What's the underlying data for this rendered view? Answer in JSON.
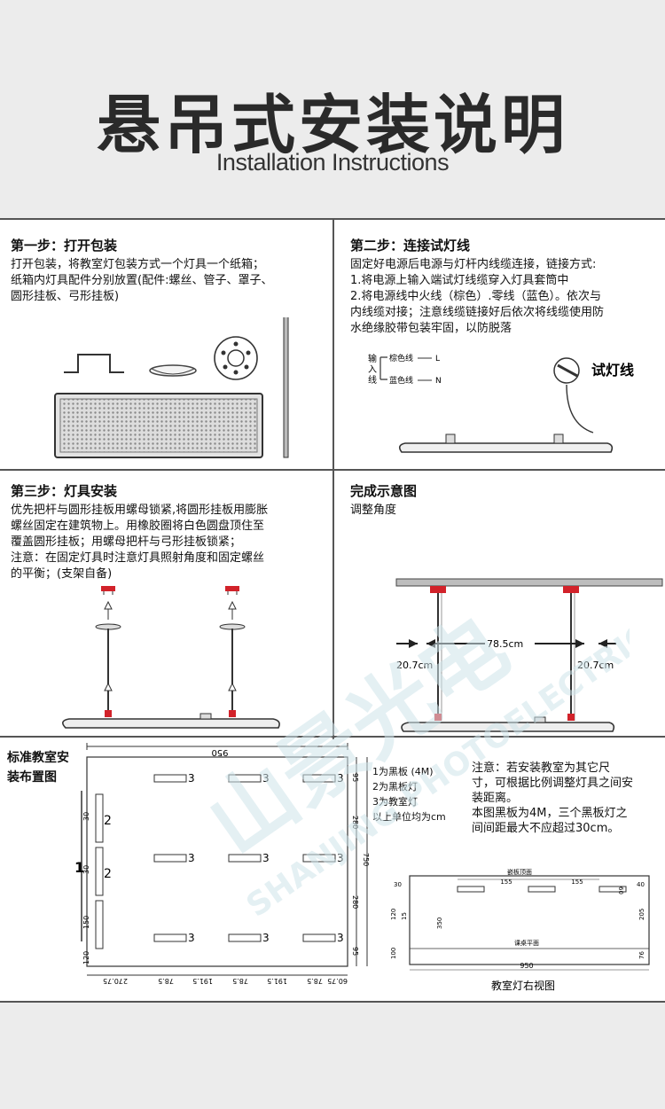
{
  "header": {
    "title_cn": "悬吊式安装说明",
    "title_en": "Installation Instructions"
  },
  "step1": {
    "title": "第一步：打开包装",
    "lines": [
      "打开包装，将教室灯包装方式一个灯具一个纸箱；",
      "纸箱内灯具配件分别放置(配件:螺丝、管子、罩子、",
      "圆形挂板、弓形挂板)"
    ]
  },
  "step2": {
    "title": "第二步：连接试灯线",
    "lines": [
      "固定好电源后电源与灯杆内线缆连接，链接方式:",
      "1.将电源上输入端试灯线缆穿入灯具套筒中",
      "2.将电源线中火线（棕色）.零线（蓝色）。依次与",
      "内线缆对接；注意线缆链接好后依次将线缆使用防",
      "水绝缘胶带包装牢固，以防脱落"
    ],
    "input_label": "输入线",
    "brown_wire": "棕色线",
    "blue_wire": "蓝色线",
    "l_label": "L",
    "n_label": "N",
    "test_wire": "试灯线"
  },
  "step3": {
    "title": "第三步：灯具安装",
    "lines": [
      "优先把杆与圆形挂板用螺母锁紧,将圆形挂板用膨胀",
      "螺丝固定在建筑物上。用橡胶圈将白色圆盘顶住至",
      "覆盖圆形挂板；用螺母把杆与弓形挂板锁紧；",
      "注意：在固定灯具时注意灯具照射角度和固定螺丝",
      "的平衡；(支架自备)"
    ]
  },
  "done": {
    "title": "完成示意图",
    "subtitle": "调整角度",
    "center_dist": "78.5cm",
    "left_dist": "20.7cm",
    "right_dist": "20.7cm"
  },
  "layout": {
    "title_lines": [
      "标准教室安",
      "装布置图"
    ],
    "legend": [
      "1为黑板 (4M)",
      "2为黑板灯",
      "3为教室灯",
      "以上单位均为cm"
    ],
    "note_lines": [
      "注意：若安装教室为其它尺",
      "寸，可根据比例调整灯具之间安",
      "装距离。",
      "本图黑板为4M，三个黑板灯之",
      "间间距最大不应超过30cm。"
    ],
    "top_dim": "950",
    "dims_bottom": [
      "270.75",
      "78.5",
      "191.5",
      "78.5",
      "191.5",
      "78.5",
      "60.75"
    ],
    "dims_right": [
      "95",
      "280",
      "280",
      "95",
      "750"
    ],
    "dims_left": [
      "30",
      "30",
      "150",
      "120"
    ],
    "label_1": "1",
    "label_2": "2",
    "label_3": "3",
    "side_view": {
      "ceiling": "嵌板顶面",
      "floor": "课桌平面",
      "dims": [
        "155",
        "155",
        "60",
        "40",
        "30",
        "120",
        "15",
        "350",
        "100",
        "205",
        "76",
        "950"
      ],
      "caption": "教室灯右视图"
    }
  },
  "watermark": {
    "brand_cn": "山景光电",
    "brand_en": "SHANJING PHOTOELECTRIC"
  },
  "colors": {
    "background": "#ececec",
    "sheet": "#ffffff",
    "line": "#555555",
    "accent_red": "#d2222a",
    "watermark": "#cfe4ea"
  }
}
